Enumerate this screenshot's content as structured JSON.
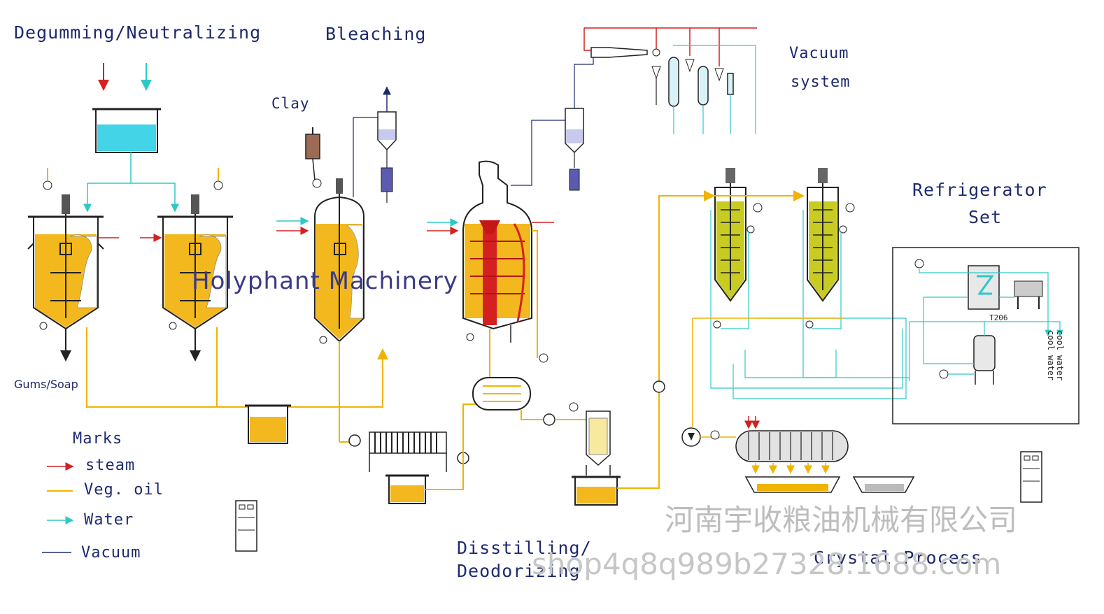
{
  "sections": {
    "degumming": "Degumming/Neutralizing",
    "bleaching": "Bleaching",
    "vacuum_line1": "Vacuum",
    "vacuum_line2": "system",
    "refrigerator_line1": "Refrigerator",
    "refrigerator_line2": "Set",
    "distilling_line1": "Disstilling/",
    "distilling_line2": "Deodorizing",
    "crystal": "Crystal Process"
  },
  "labels": {
    "clay": "Clay",
    "gums_soap": "Gums/Soap",
    "cool_water_1": "cool water",
    "cool_water_2": "cool water",
    "unit_code": "T206"
  },
  "legend": {
    "title": "Marks",
    "items": [
      {
        "label": "steam",
        "color": "#d42020"
      },
      {
        "label": "Veg. oil",
        "color": "#f0b400"
      },
      {
        "label": "Water",
        "color": "#2ec8c8"
      },
      {
        "label": "Vacuum",
        "color": "#1e2a6e"
      }
    ]
  },
  "watermarks": {
    "company_en": "Holyphant Machinery",
    "company_cn": "河南宇收粮油机械有限公司",
    "shop_url": "shop4q8q989b27328.1688.com"
  },
  "colors": {
    "steam": "#d42020",
    "oil": "#f0b400",
    "oil_fill": "#f2b81e",
    "water": "#2ec8c8",
    "water_fill": "#44d4e8",
    "vacuum": "#1e2a6e",
    "outline": "#222222"
  }
}
